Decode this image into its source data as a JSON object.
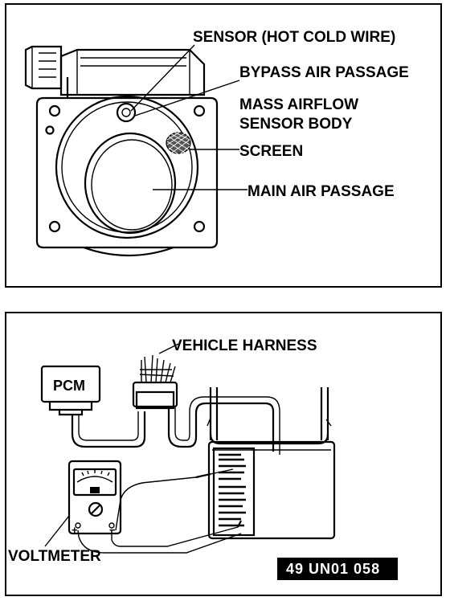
{
  "top_figure": {
    "labels": {
      "sensor": "SENSOR (HOT COLD WIRE)",
      "bypass": "BYPASS AIR PASSAGE",
      "body_line1": "MASS AIRFLOW",
      "body_line2": "SENSOR BODY",
      "screen": "SCREEN",
      "main_passage": "MAIN AIR PASSAGE"
    }
  },
  "bottom_figure": {
    "labels": {
      "harness": "VEHICLE HARNESS",
      "pcm": "PCM",
      "voltmeter": "VOLTMETER",
      "plus": "+",
      "minus": "−"
    },
    "figure_code": "49 UN01 058"
  }
}
